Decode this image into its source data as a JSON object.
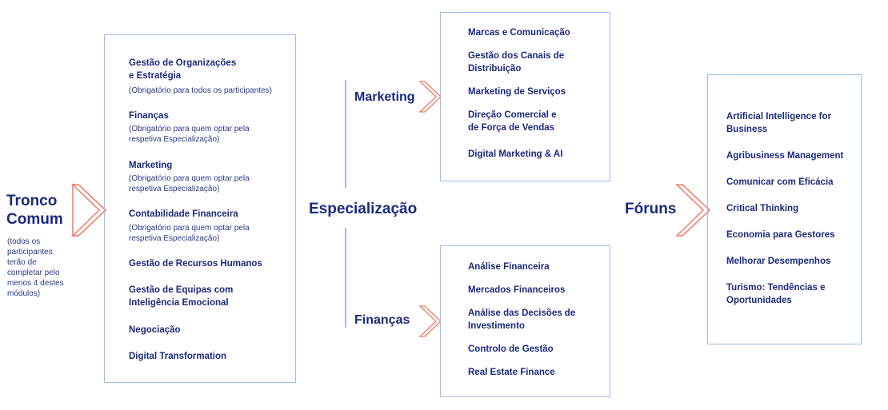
{
  "tronco": {
    "title": "Tronco Comum",
    "note": "(todos os participantes terão de completar pelo menos 4 destes módulos)",
    "items": [
      {
        "title": "Gestão de Organizações e Estratégia",
        "note": "(Obrigatório para todos os participantes)"
      },
      {
        "title": "Finanças",
        "note": "(Obrigatório para quem optar pela respetiva Especialização)"
      },
      {
        "title": "Marketing",
        "note": "(Obrigatório para quem optar pela respetiva Especialização)"
      },
      {
        "title": "Contabilidade Financeira",
        "note": "(Obrigatório para quem optar pela respetiva Especialização)"
      },
      {
        "title": "Gestão de Recursos Humanos"
      },
      {
        "title": "Gestão de Equipas com Inteligência Emocional"
      },
      {
        "title": "Negociação"
      },
      {
        "title": "Digital Transformation"
      }
    ]
  },
  "especializacao": {
    "title": "Especialização",
    "marketing": {
      "title": "Marketing",
      "items": [
        "Marcas e Comunicação",
        "Gestão dos Canais de Distribuição",
        "Marketing de Serviços",
        "Direção Comercial e de Força de Vendas",
        "Digital Marketing & AI"
      ]
    },
    "financas": {
      "title": "Finanças",
      "items": [
        "Análise Financeira",
        "Mercados Financeiros",
        "Análise das Decisões de Investimento",
        "Controlo de Gestão",
        "Real Estate Finance"
      ]
    }
  },
  "foruns": {
    "title": "Fóruns",
    "items": [
      "Artificial Intelligence for Business",
      "Agribusiness Management",
      "Comunicar com Eficácia",
      "Critical Thinking",
      "Economia para Gestores",
      "Melhorar Desempenhos",
      "Turismo: Tendências e Oportunidades"
    ]
  },
  "colors": {
    "navy": "#1b2a7e",
    "border": "#9dbdf2",
    "chevron": "#f07a68"
  }
}
